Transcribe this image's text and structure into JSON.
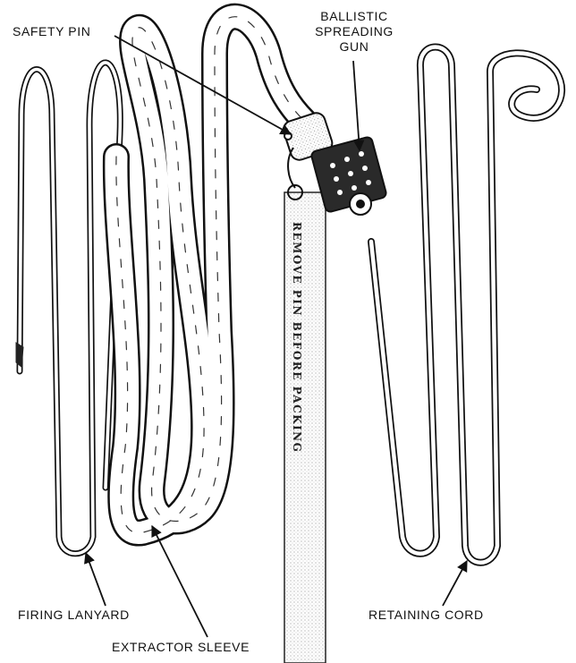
{
  "labels": {
    "safety_pin": "SAFETY PIN",
    "ballistic_line1": "BALLISTIC",
    "ballistic_line2": "SPREADING",
    "ballistic_line3": "GUN",
    "firing_lanyard": "FIRING LANYARD",
    "extractor_sleeve": "EXTRACTOR SLEEVE",
    "retaining_cord": "RETAINING CORD"
  },
  "tag_text": "REMOVE PIN BEFORE PACKING"
}
